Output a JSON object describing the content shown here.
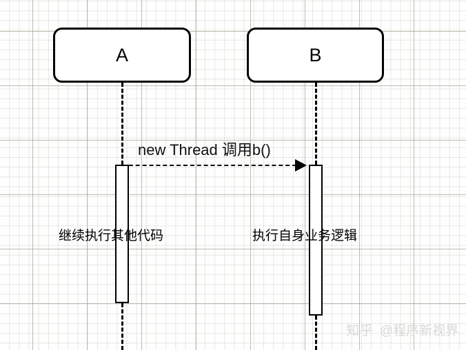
{
  "diagram": {
    "type": "uml-sequence-diagram",
    "participants": [
      {
        "id": "A",
        "label": "A"
      },
      {
        "id": "B",
        "label": "B"
      }
    ],
    "messages": [
      {
        "label": "new Thread 调用b()",
        "from": "A",
        "to": "B",
        "line_style": "dashed",
        "arrow_style": "solid-filled-triangle"
      }
    ],
    "activations": [
      {
        "participant": "A",
        "note": "继续执行其他代码"
      },
      {
        "participant": "B",
        "note": "执行自身业务逻辑"
      }
    ]
  },
  "watermark": {
    "brand": "知乎",
    "handle": "@程序新视界"
  },
  "colors": {
    "stroke": "#000000",
    "background": "#fefefe",
    "grid_minor": "#b6b2a0",
    "grid_major": "#969280",
    "watermark": "#d8d8d8"
  }
}
